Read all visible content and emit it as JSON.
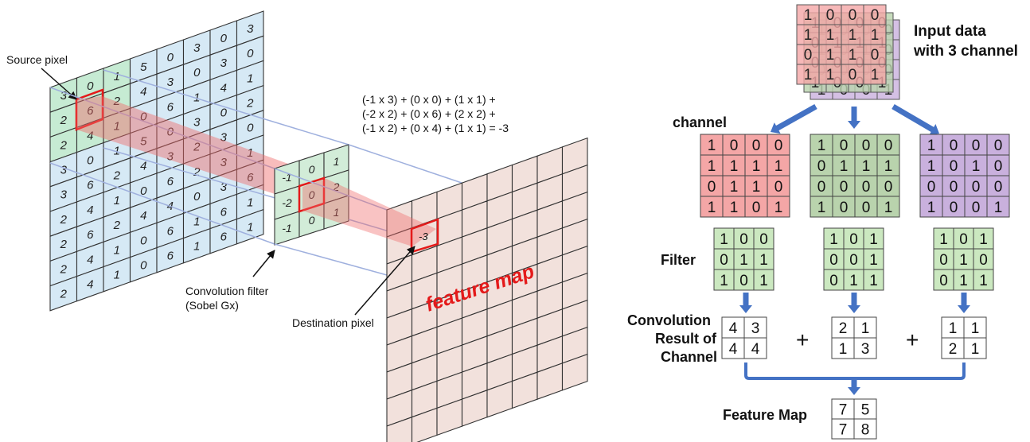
{
  "left": {
    "source_grid": [
      [
        "3",
        "0",
        "1",
        "5",
        "0",
        "3",
        "0",
        "3"
      ],
      [
        "2",
        "6",
        "2",
        "4",
        "3",
        "0",
        "3",
        "0"
      ],
      [
        "2",
        "4",
        "1",
        "0",
        "6",
        "1",
        "4",
        "1"
      ],
      [
        "3",
        "0",
        "1",
        "5",
        "0",
        "3",
        "0",
        "2"
      ],
      [
        "3",
        "6",
        "2",
        "4",
        "3",
        "2",
        "3",
        "0"
      ],
      [
        "2",
        "4",
        "1",
        "0",
        "6",
        "2",
        "3",
        "1"
      ],
      [
        "2",
        "6",
        "2",
        "4",
        "4",
        "0",
        "3",
        "6"
      ],
      [
        "2",
        "4",
        "1",
        "0",
        "6",
        "1",
        "6",
        "1"
      ],
      [
        "2",
        "4",
        "1",
        "0",
        "6",
        "1",
        "6",
        "1"
      ]
    ],
    "filter_grid": [
      [
        "-1",
        "0",
        "1"
      ],
      [
        "-2",
        "0",
        "2"
      ],
      [
        "-1",
        "0",
        "1"
      ]
    ],
    "labels": {
      "source_pixel": "Source pixel",
      "convolution_filter_1": "Convolution filter",
      "convolution_filter_2": "(Sobel Gx)",
      "destination_pixel": "Destination pixel",
      "destination_value": "-3",
      "feature_map": "feature map"
    },
    "equation": [
      "(-1 x 3) + (0 x 0) + (1 x 1) +",
      "(-2 x 2) + (0 x 6) + (2 x 2) +",
      "(-1 x 2) + (0 x 4) + (1 x 1)  = -3"
    ]
  },
  "right": {
    "title_line1": "Input data",
    "title_line2": "with 3 channel",
    "channel_label": "channel",
    "filter_label": "Filter",
    "conv_label": [
      "Convolution",
      "Result of",
      "Channel"
    ],
    "feature_map_label": "Feature Map",
    "plus": "+",
    "channels": [
      {
        "grid": [
          [
            "1",
            "0",
            "0",
            "0"
          ],
          [
            "1",
            "1",
            "1",
            "1"
          ],
          [
            "0",
            "1",
            "1",
            "0"
          ],
          [
            "1",
            "1",
            "0",
            "1"
          ]
        ],
        "filter": [
          [
            "1",
            "0",
            "0"
          ],
          [
            "0",
            "1",
            "1"
          ],
          [
            "1",
            "0",
            "1"
          ]
        ],
        "result": [
          [
            "4",
            "3"
          ],
          [
            "4",
            "4"
          ]
        ]
      },
      {
        "grid": [
          [
            "1",
            "0",
            "0",
            "0"
          ],
          [
            "0",
            "1",
            "1",
            "1"
          ],
          [
            "0",
            "0",
            "0",
            "0"
          ],
          [
            "1",
            "0",
            "0",
            "1"
          ]
        ],
        "filter": [
          [
            "1",
            "0",
            "1"
          ],
          [
            "0",
            "0",
            "1"
          ],
          [
            "0",
            "1",
            "1"
          ]
        ],
        "result": [
          [
            "2",
            "1"
          ],
          [
            "1",
            "3"
          ]
        ]
      },
      {
        "grid": [
          [
            "1",
            "0",
            "0",
            "0"
          ],
          [
            "1",
            "0",
            "1",
            "0"
          ],
          [
            "0",
            "0",
            "0",
            "0"
          ],
          [
            "1",
            "0",
            "0",
            "1"
          ]
        ],
        "filter": [
          [
            "1",
            "0",
            "1"
          ],
          [
            "0",
            "1",
            "0"
          ],
          [
            "0",
            "1",
            "1"
          ]
        ],
        "result": [
          [
            "1",
            "1"
          ],
          [
            "2",
            "1"
          ]
        ]
      }
    ],
    "feature_map": [
      [
        "7",
        "5"
      ],
      [
        "7",
        "8"
      ]
    ]
  },
  "colors": {
    "source_fill": "#d6e9f5",
    "source_green": "#c6ebd3",
    "filter_fill": "#d2ecd8",
    "feature_fill": "#f2e1dc",
    "highlight": "#e41a1a",
    "channel_red": "#f4a6a6",
    "channel_green": "#b9d3ad",
    "channel_purple": "#c9b0dd",
    "filter_green": "#cbe8c0",
    "arrow_blue": "#4472c4"
  }
}
